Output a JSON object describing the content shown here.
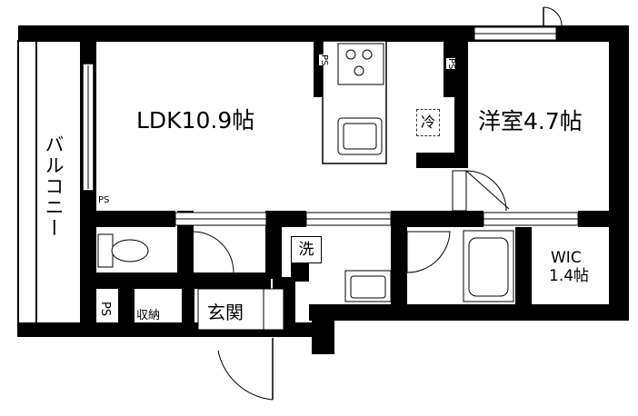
{
  "rooms": {
    "ldk": "LDK10.9帖",
    "western": "洋室4.7帖",
    "wic_name": "WIC",
    "wic_size": "1.4帖",
    "balcony": "バルコニー",
    "entrance": "玄関",
    "storage": "収納",
    "ps_left_bottom": "PS",
    "ps_left_wall": "PS",
    "ps_kitchen": "PS",
    "ps_bedroom": "PS"
  },
  "fixtures": {
    "fridge": "冷",
    "washer": "洗"
  }
}
